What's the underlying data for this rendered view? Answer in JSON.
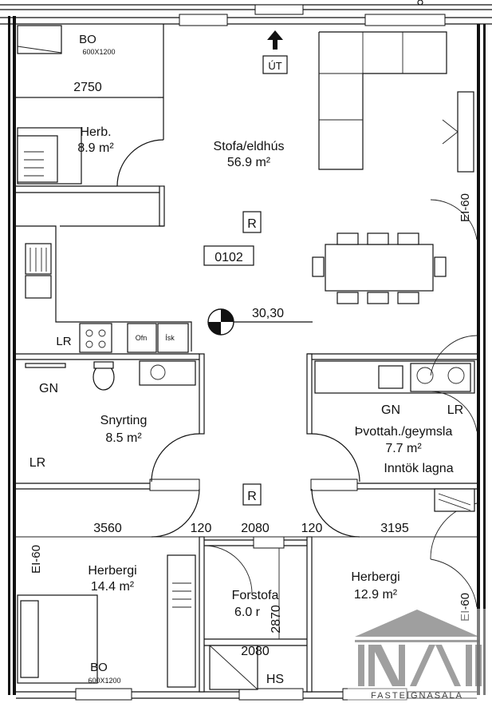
{
  "rooms": {
    "herb_small": {
      "name": "Herb.",
      "area": "8.9 m²"
    },
    "stofa": {
      "name": "Stofa/eldhús",
      "area": "56.9 m²"
    },
    "snyrting": {
      "name": "Snyrting",
      "area": "8.5 m²"
    },
    "thvottah": {
      "name": "Þvottah./geymsla",
      "area": "7.7 m²",
      "note": "Inntök lagna"
    },
    "herbergi_left": {
      "name": "Herbergi",
      "area": "14.4 m²"
    },
    "forstofa": {
      "name": "Forstofa",
      "area": "6.0 r"
    },
    "herbergi_right": {
      "name": "Herbergi",
      "area": "12.9 m²"
    }
  },
  "labels": {
    "bo_top": "BO",
    "bo_top_size": "600X1200",
    "bo_bottom": "BO",
    "bo_bottom_size": "600X1200",
    "ut": "ÚT",
    "r_top": "R",
    "r_bottom": "R",
    "unit_no": "0102",
    "elevation": "30,30",
    "lr_kitchen": "LR",
    "ofn": "Ofn",
    "isk": "Ísk",
    "gn_snyrting": "GN",
    "lr_snyrting": "LR",
    "gn_thvott": "GN",
    "lr_thvott": "LR",
    "ei60_right_top": "EI-60",
    "ei60_left": "EI-60",
    "ei60_right_bottom": "EI-60",
    "hs": "HS"
  },
  "dimensions": {
    "d2750": "2750",
    "d3560": "3560",
    "d120a": "120",
    "d2080a": "2080",
    "d120b": "120",
    "d3195": "3195",
    "d2870": "2870",
    "d2080b": "2080"
  },
  "logo": {
    "text": "FASTEIGNASALA"
  }
}
